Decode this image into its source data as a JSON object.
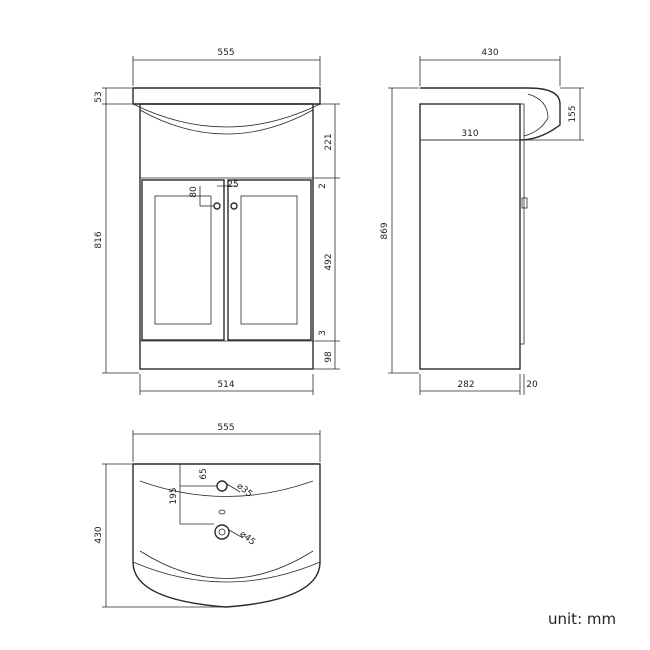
{
  "front_view": {
    "width_top": "555",
    "basin_lip": "53",
    "total_height": "816",
    "upper_panel": "221",
    "gap_top": "2",
    "door_height": "492",
    "gap_bottom": "3",
    "plinth": "98",
    "cabinet_width": "514",
    "handle_drop": "80",
    "handle_offset": "25"
  },
  "side_view": {
    "depth_top": "430",
    "basin_depth": "155",
    "inner_depth": "310",
    "total_height": "869",
    "cabinet_depth": "282",
    "door_thickness": "20"
  },
  "top_view": {
    "width": "555",
    "depth": "430",
    "tap_offset": "65",
    "tap_hole": "⌀35",
    "waste_offset": "195",
    "waste_hole": "⌀45"
  },
  "unit_label": "unit: mm"
}
